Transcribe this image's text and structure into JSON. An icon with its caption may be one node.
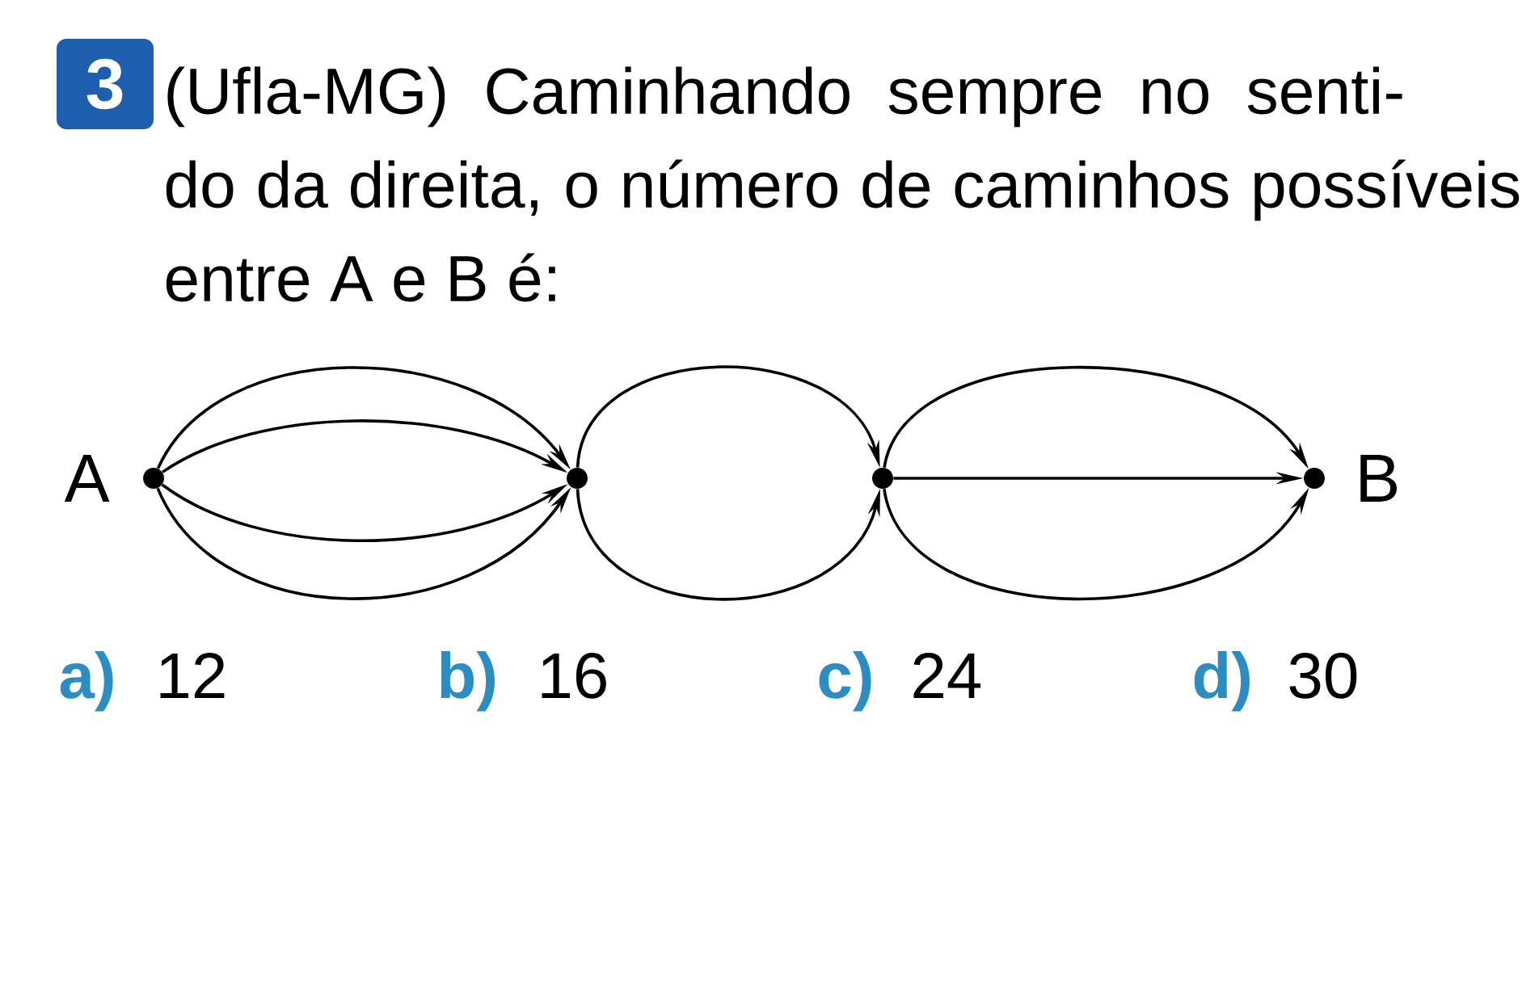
{
  "diagram": {
    "title": "(Ufla-MG) Caminhando sempre no senti- do da direita, o número de caminhos possíveis entre A e B é:",
    "nodes": [
      {
        "text": [],
        "shape": "circle",
        "beside": [
          "A"
        ]
      },
      {
        "text": [],
        "shape": "circle"
      },
      {
        "text": [],
        "shape": "circle"
      },
      {
        "text": [],
        "shape": "circle",
        "beside": [
          "B"
        ]
      }
    ],
    "edges": [
      {
        "from": 0,
        "to": 1,
        "arrow": "to"
      },
      {
        "from": 0,
        "to": 1,
        "arrow": "to"
      },
      {
        "from": 0,
        "to": 1,
        "arrow": "to"
      },
      {
        "from": 0,
        "to": 1,
        "arrow": "to"
      },
      {
        "from": 1,
        "to": 2,
        "arrow": "to"
      },
      {
        "from": 1,
        "to": 2,
        "arrow": "to"
      },
      {
        "from": 2,
        "to": 3,
        "arrow": "to"
      },
      {
        "from": 2,
        "to": 3,
        "arrow": "to"
      },
      {
        "from": 2,
        "to": 3,
        "arrow": "to"
      }
    ],
    "labels": [
      "3",
      "a)",
      "12",
      "b)",
      "16",
      "c)",
      "24",
      "d)",
      "30"
    ]
  }
}
